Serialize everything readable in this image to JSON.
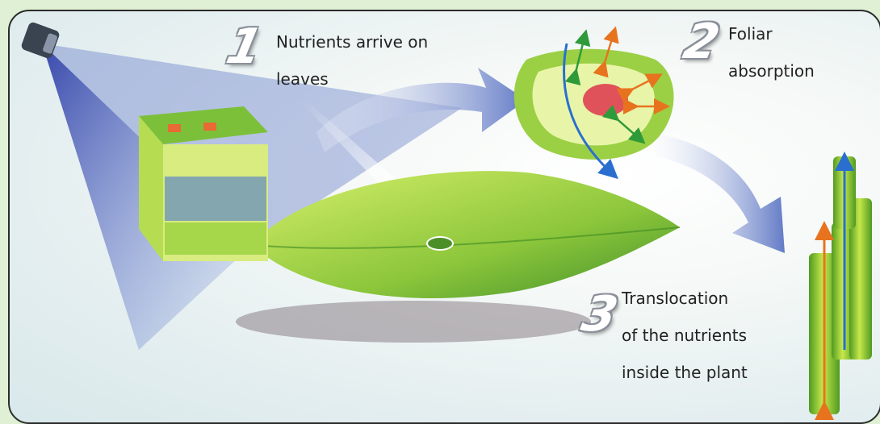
{
  "steps": [
    {
      "number": "1",
      "text_line1": "Nutrients arrive on",
      "text_line2": "leaves"
    },
    {
      "number": "2",
      "text_line1": "Foliar",
      "text_line2": "absorption"
    },
    {
      "number": "3",
      "text_line1": "Translocation",
      "text_line2": "of the nutrients",
      "text_line3": "inside the plant"
    }
  ],
  "colors": {
    "spray_blue": "#3b4fb8",
    "arrow_blue": "#6f86c9",
    "leaf_green": "#8fc63c",
    "leaf_dark": "#4f9a2a",
    "tissue_blue": "#3f6fd6",
    "arrow_orange": "#e8731f",
    "arrow_green": "#2f9a3a",
    "arrow_up_blue": "#2a6fd0",
    "nucleus_red": "#e0525a"
  },
  "icons": [
    "spray-nozzle-icon",
    "leaf-cross-section-icon",
    "leaf-icon",
    "plant-cell-icon",
    "vascular-tubes-icon",
    "flow-arrow-icon"
  ]
}
